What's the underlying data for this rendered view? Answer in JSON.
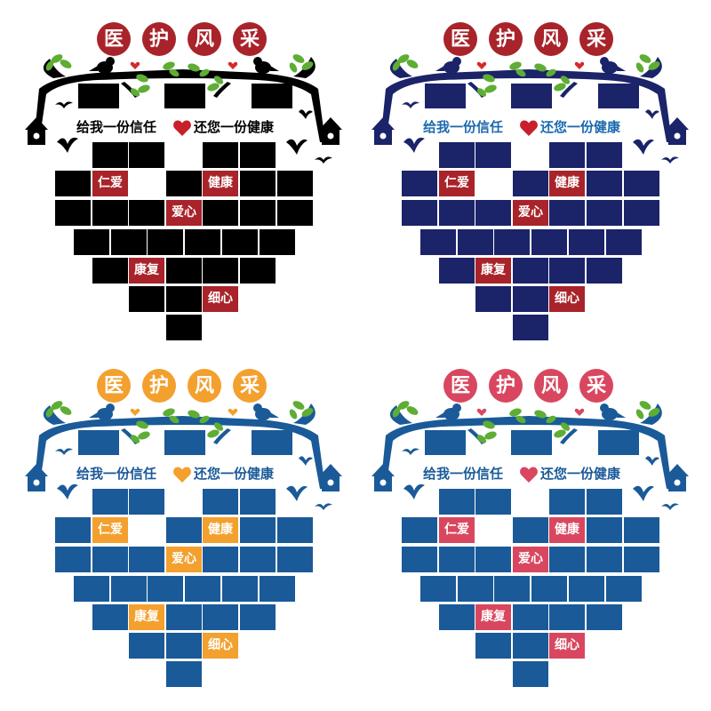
{
  "title_chars": [
    "医",
    "护",
    "风",
    "采"
  ],
  "slogan": {
    "left": "给我一份信任",
    "right": "还您一份健康"
  },
  "labels": {
    "renai": "仁爱",
    "jiankang": "健康",
    "aixin": "爱心",
    "kangfu": "康复",
    "xixin": "细心"
  },
  "variants": [
    {
      "name": "black",
      "frame": "#000000",
      "title_circle": "#A8232A",
      "label_bg": "#A8232A",
      "slogan_text": "#000000",
      "heart": "#C8202A",
      "leaf": "#5EAD34",
      "small_heart": "#D62A2A"
    },
    {
      "name": "navy",
      "frame": "#1B2369",
      "title_circle": "#A8232A",
      "label_bg": "#A8232A",
      "slogan_text": "#1B6AAF",
      "heart": "#C8202A",
      "leaf": "#5EAD34",
      "small_heart": "#D62A2A"
    },
    {
      "name": "blue-orange",
      "frame": "#1A5A98",
      "title_circle": "#F3A02E",
      "label_bg": "#F3A02E",
      "slogan_text": "#1A5A98",
      "heart": "#F3A02E",
      "leaf": "#5EAD34",
      "small_heart": "#F3A02E"
    },
    {
      "name": "blue-pink",
      "frame": "#1A5A98",
      "title_circle": "#D8475F",
      "label_bg": "#D8475F",
      "slogan_text": "#1A5A98",
      "heart": "#D8475F",
      "leaf": "#5EAD34",
      "small_heart": "#D8475F"
    }
  ]
}
